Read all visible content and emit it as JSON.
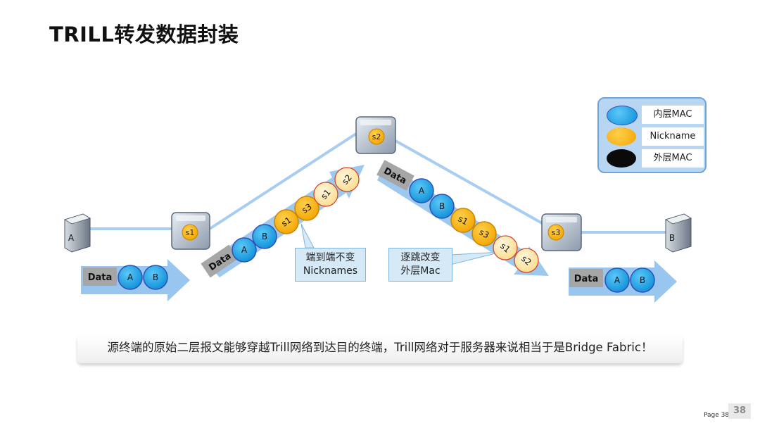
{
  "title": "TRILL转发数据封装",
  "colors": {
    "inner_mac": "#1ea7ea",
    "nickname": "#f7b40c",
    "outer_mac": "#0a0a0a",
    "link": "#a8cdf0",
    "arrow": "#8dc0ec",
    "data_box": "#a6a6a6",
    "legend_bg": "#b8d6f2",
    "callout_bg": "#d6e9f7"
  },
  "legend": {
    "items": [
      {
        "label": "内层MAC",
        "color": "#1ea7ea"
      },
      {
        "label": "Nickname",
        "color": "#f7b40c"
      },
      {
        "label": "外层MAC",
        "color": "#0a0a0a"
      }
    ]
  },
  "hosts": {
    "a": {
      "label": "A",
      "icon": "server-icon"
    },
    "b": {
      "label": "B",
      "icon": "server-icon"
    }
  },
  "switches": {
    "s1": {
      "label": "s1",
      "icon": "router-icon"
    },
    "s2": {
      "label": "s2",
      "icon": "router-icon"
    },
    "s3": {
      "label": "s3",
      "icon": "router-icon"
    }
  },
  "packets": {
    "ingress": {
      "data_label": "Data",
      "circles": [
        "A",
        "B"
      ]
    },
    "up": {
      "data_label": "Data",
      "circles": [
        "A",
        "B",
        "s1",
        "s3",
        "s1",
        "s2"
      ]
    },
    "down": {
      "data_label": "Data",
      "circles": [
        "A",
        "B",
        "s1",
        "s3",
        "s1",
        "s2"
      ]
    },
    "egress": {
      "data_label": "Data",
      "circles": [
        "A",
        "B"
      ]
    }
  },
  "callouts": {
    "left": {
      "line1": "端到端不变",
      "line2": "Nicknames"
    },
    "right": {
      "line1": "逐跳改变",
      "line2": "外层Mac"
    }
  },
  "caption": "源终端的原始二层报文能够穿越Trill网络到达目的终端，Trill网络对于服务器来说相当于是Bridge Fabric！",
  "page_label": "Page 38",
  "page_number": "38"
}
